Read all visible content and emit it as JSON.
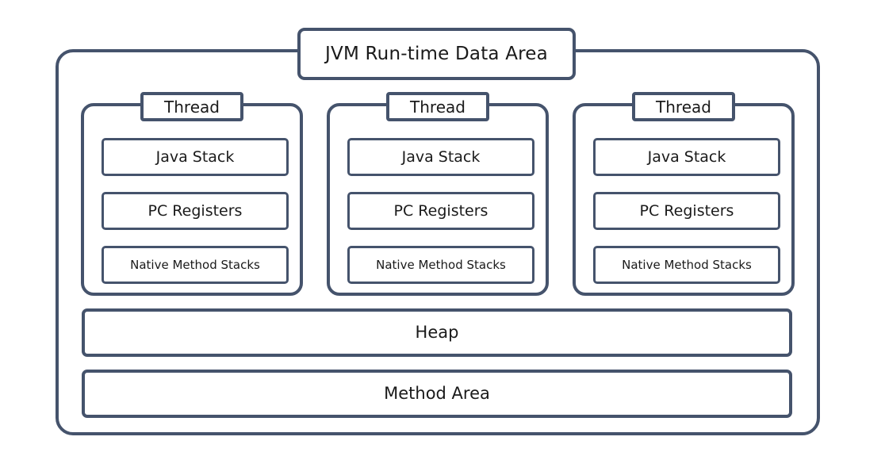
{
  "diagram": {
    "title": "JVM Run-time Data Area",
    "border_color": "#45536c",
    "text_color": "#1a1a1a",
    "background_color": "#ffffff"
  },
  "threads": [
    {
      "label": "Thread",
      "regions": [
        {
          "label": "Java Stack",
          "size": "normal"
        },
        {
          "label": "PC Registers",
          "size": "normal"
        },
        {
          "label": "Native Method Stacks",
          "size": "small"
        }
      ]
    },
    {
      "label": "Thread",
      "regions": [
        {
          "label": "Java Stack",
          "size": "normal"
        },
        {
          "label": "PC Registers",
          "size": "normal"
        },
        {
          "label": "Native Method Stacks",
          "size": "small"
        }
      ]
    },
    {
      "label": "Thread",
      "regions": [
        {
          "label": "Java Stack",
          "size": "normal"
        },
        {
          "label": "PC Registers",
          "size": "normal"
        },
        {
          "label": "Native Method Stacks",
          "size": "small"
        }
      ]
    }
  ],
  "shared_areas": [
    {
      "label": "Heap"
    },
    {
      "label": "Method Area"
    }
  ]
}
